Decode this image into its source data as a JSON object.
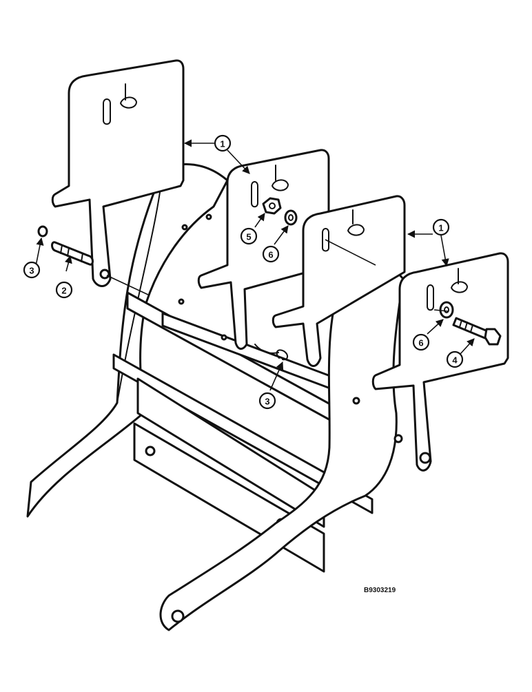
{
  "figure_code": "B9303219",
  "callouts": {
    "c1a": "1",
    "c1b": "1",
    "c2": "2",
    "c3a": "3",
    "c3b": "3",
    "c4": "4",
    "c5": "5",
    "c6a": "6",
    "c6b": "6"
  }
}
